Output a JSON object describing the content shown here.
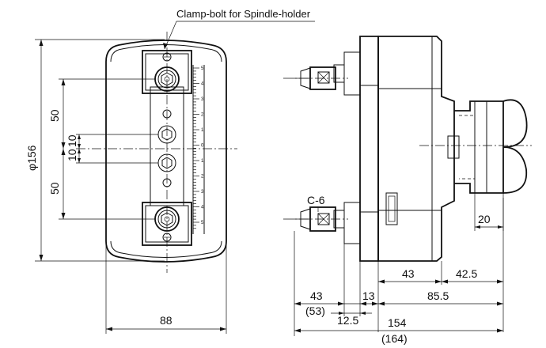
{
  "callout": {
    "clamp_bolt": "Clamp-bolt for Spindle-holder"
  },
  "front_view": {
    "diameter": "φ156",
    "dim_top": "50",
    "dim_bottom": "50",
    "dim_10a": "10",
    "dim_10b": "10",
    "width": "88"
  },
  "side_view": {
    "chamfer": "C-6",
    "d_20": "20",
    "d_43_body": "43",
    "d_42_5": "42.5",
    "d_43": "43",
    "d_53": "(53)",
    "d_13": "13",
    "d_12_5": "12.5",
    "d_85_5": "85.5",
    "d_154": "154",
    "d_164": "(164)"
  },
  "scale_ticks": [
    "5",
    "4",
    "3",
    "2",
    "1",
    "0",
    "1",
    "2",
    "3",
    "4",
    "5"
  ]
}
